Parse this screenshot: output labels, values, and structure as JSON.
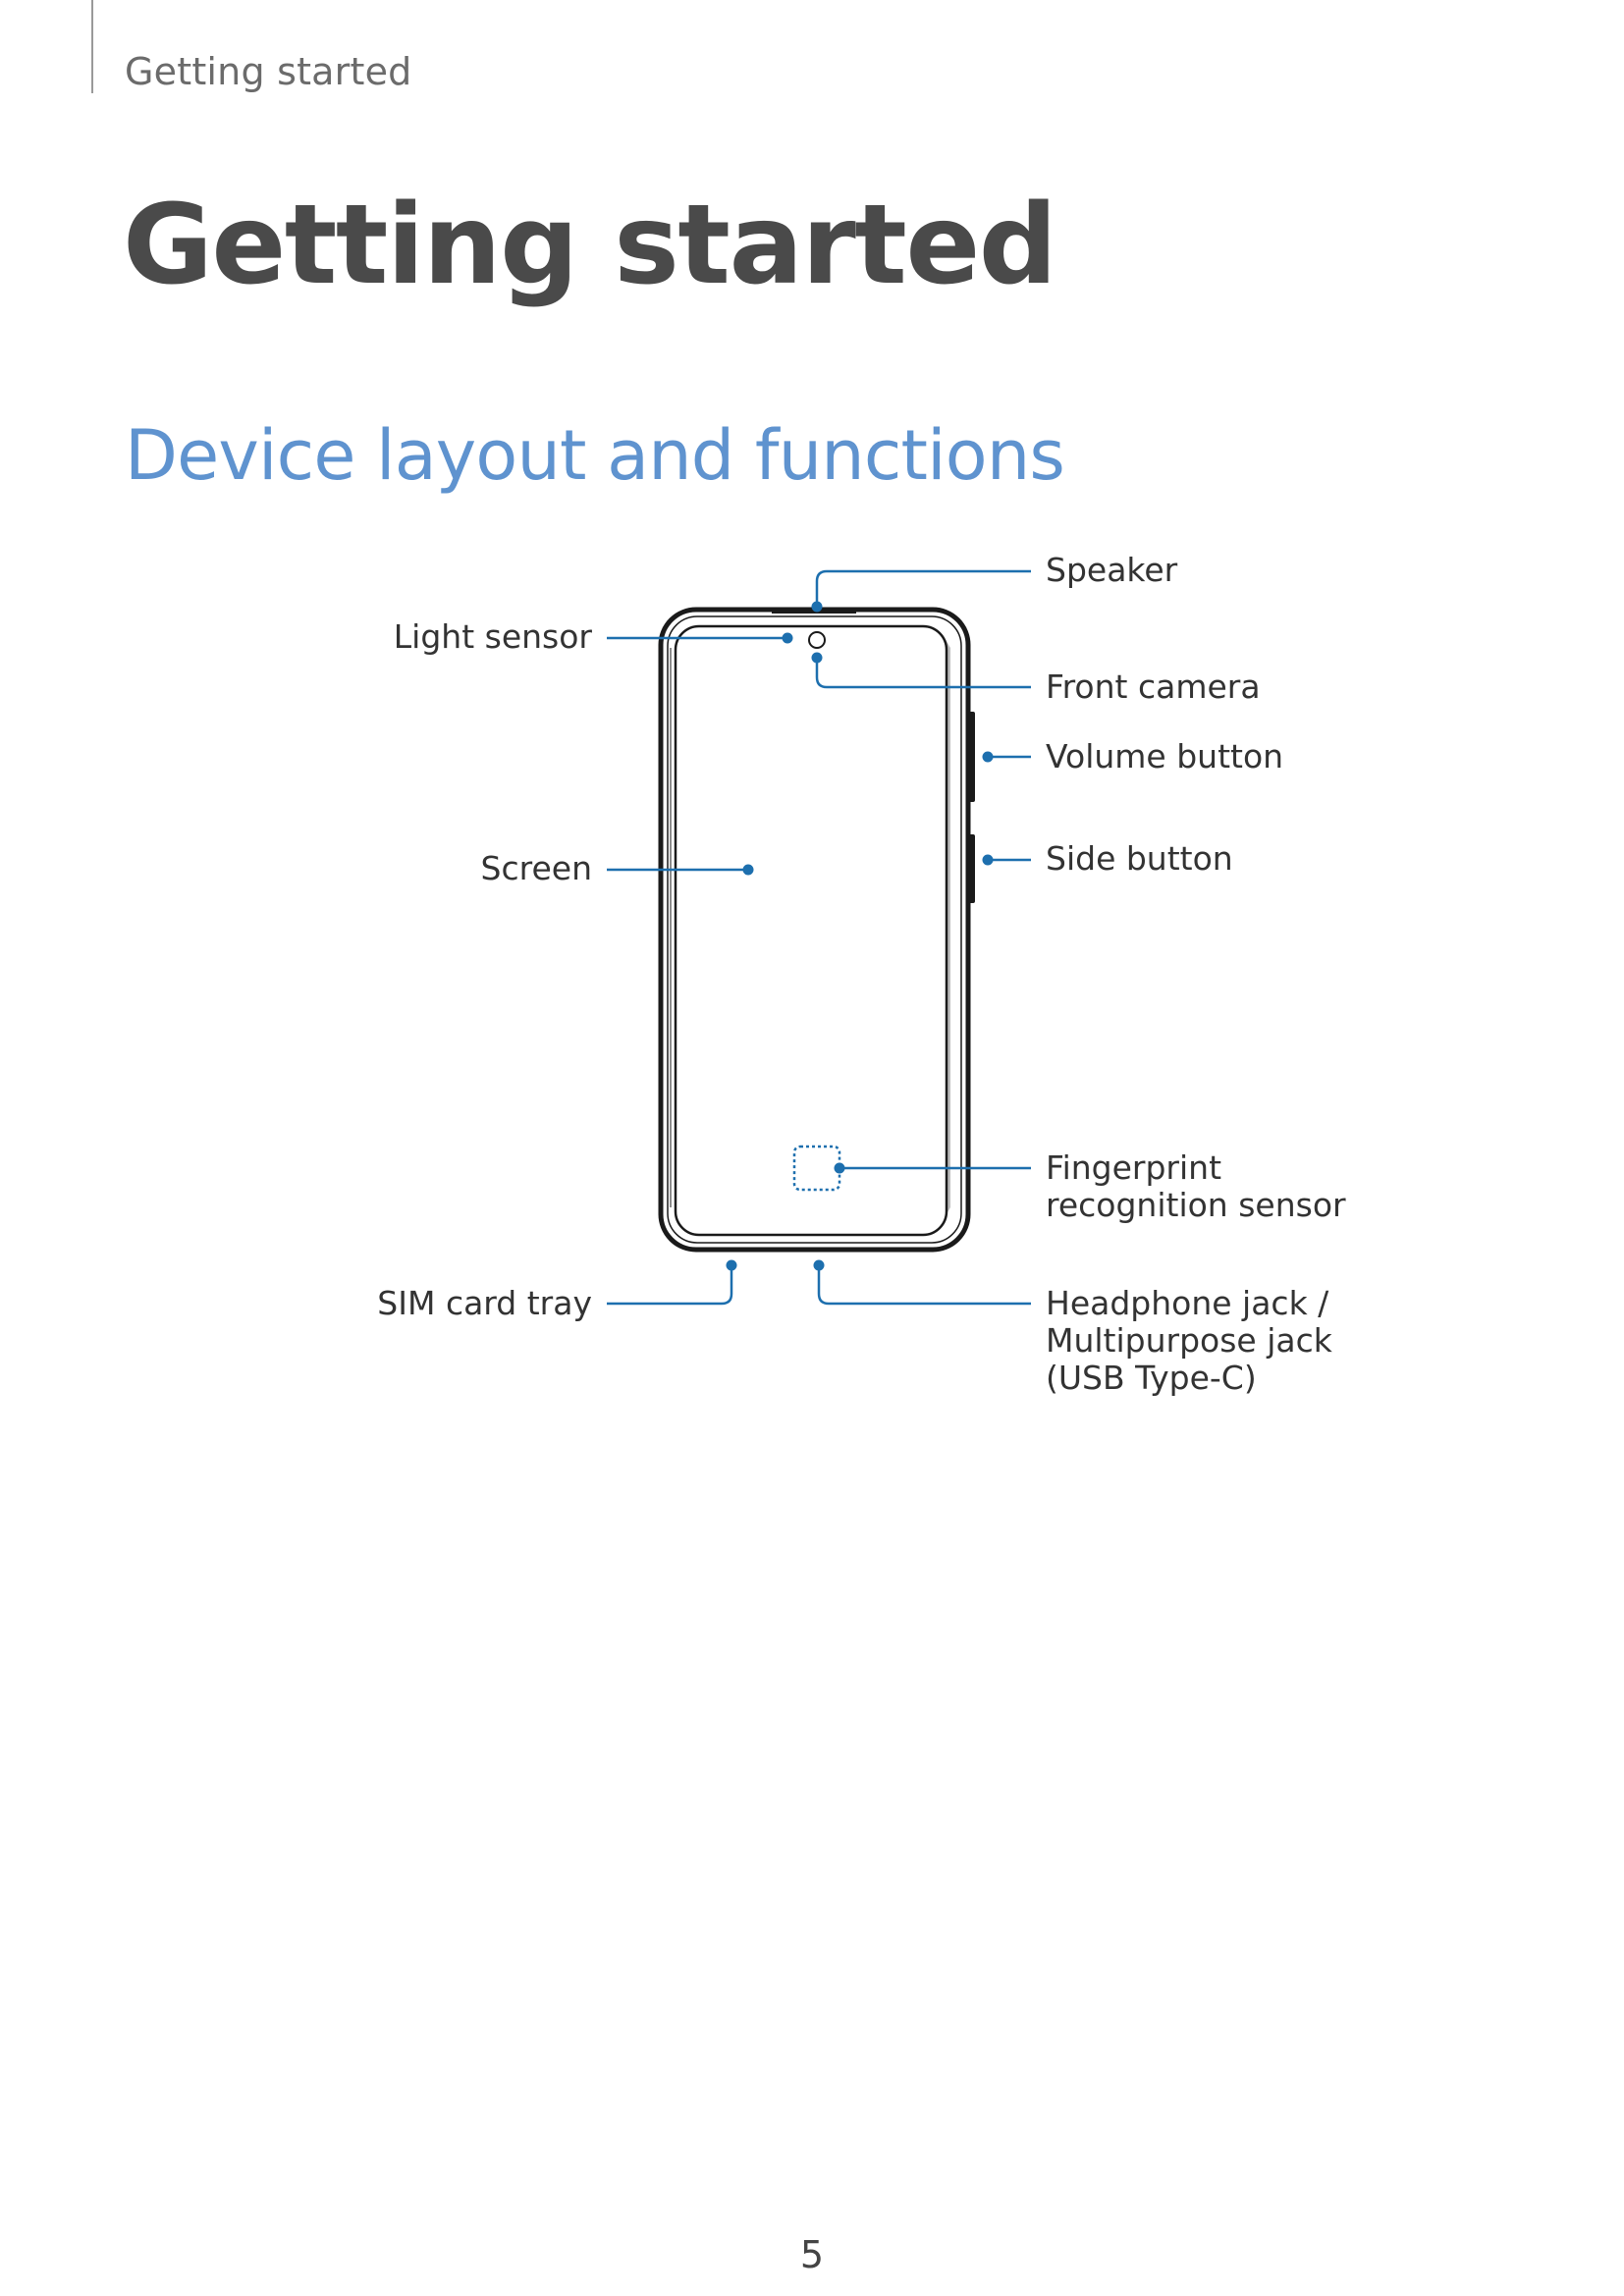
{
  "header": {
    "running_title": "Getting started"
  },
  "page": {
    "chapter_title": "Getting started",
    "section_title": "Device layout and functions",
    "page_number": "5"
  },
  "diagram": {
    "callouts": {
      "speaker": "Speaker",
      "light_sensor": "Light sensor",
      "front_camera": "Front camera",
      "volume_button": "Volume button",
      "screen": "Screen",
      "side_button": "Side button",
      "fingerprint_sensor": "Fingerprint\nrecognition sensor",
      "sim_card_tray": "SIM card tray",
      "headphone_jack": "Headphone jack /\nMultipurpose jack\n(USB Type-C)"
    },
    "colors": {
      "callout_line": "#1d6fae",
      "device_outline": "#1a1a1a",
      "device_bezel_shade": "#bdbdbd"
    }
  }
}
